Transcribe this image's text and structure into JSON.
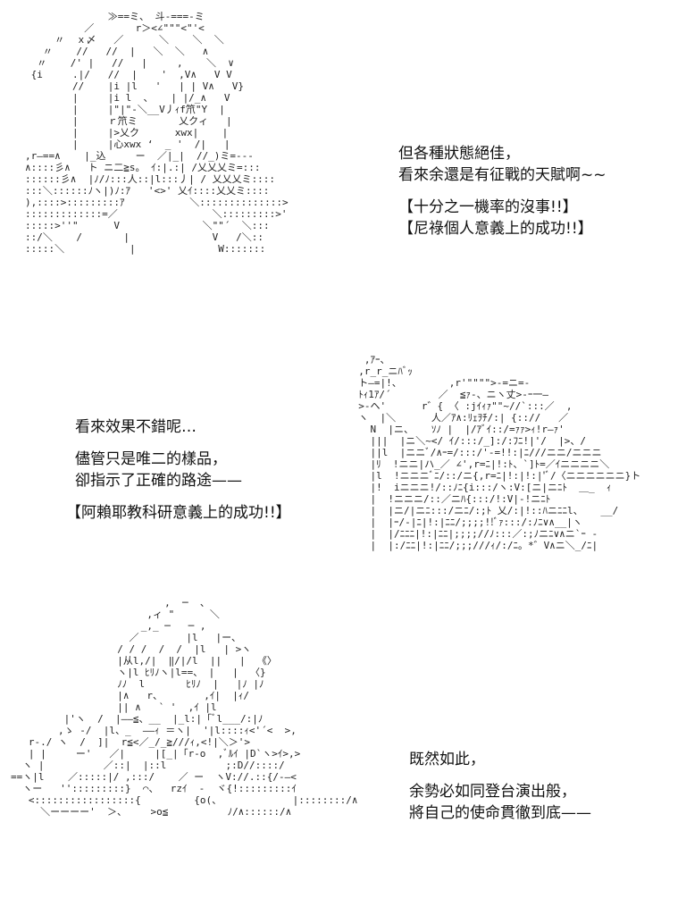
{
  "panels": [
    {
      "art": "              ≫==ミ、 斗-===-ミ\n          ／       r＞<∠\"\"\"<\"'<\n     〃  ｘ〆   ／      ＼    ＼  ＼\n   〃    //   //  |   ＼  ＼   ∧\n  〃    /' |   //   |     ,    ＼  ∨\n {i     .|/   //  |    '  ,V∧   V V\n        //    |i |l   '   | | V∧   V}\n        |     |i l  、   | |/_∧   V\n        |     |\"|\"-＼__V丿ｨf笊\"Y  |\n        |     ｒ笊ミ       乂クィ   |\n        |     |>乂ク      xwx|    |\n        |     |心xwx ‘  _ '  /|   |\n,r―==∧    |_込     ー  ／|_|  //_)ミ=---\n∧::::彡∧   ト ニ二≧s。 ｲ:|.:| /乂乂乂ミ=:::\n::::::彡∧  |ﾉ/ﾉ:::人::|l:::丿| / 乂乂乂ミ::::\n:::＼::::::ﾉヽ|)ﾉ:ｱ   '<>' 乂ｲ::::乂乂ミ::::\n),::::>:::::::::ｱ           ＼::::::::::::::>\n:::::::::::::=／                ＼:::::::::>'\n:::::>''\"      V              ＼\"\"´  ＼:::\n::/＼    /       |              V   /＼::\n:::::＼           |              W:::::::",
      "dialogue": {
        "lines": [
          "但各種狀態絕佳，",
          "看來余還是有征戰的天賦啊~~"
        ],
        "notes": [
          "【十分之一機率的沒事!!】",
          "【尼祿個人意義上的成功!!】"
        ]
      }
    },
    {
      "art": "   ,ｱｰ、\n  ,r_r_ニﾊﾞｯ\n  ト―=|!、        ,r'\"\"\"\">-=ニ=-\n  ﾄｨ1ｱ/´        ／  ≦ｧ-、ニヽ丈>-ｰ一―\n  >-ヘ'      r゛{ 〈 :jｲｨｧ\"\"~//`:::／  ,\n  ヽ  |＼      人／ｱ∧:ﾘｪｦﾁ/:| {:://   ／\n    N  |ニ、   ｿﾉ |  |/ｱﾞｲ::/=ｧｧ>ｨ!r―ｧ'\n    |||  |ニ＼~</ ｲ/:::/_]:/:ﾌﾆ!|'/  |>、/\n    ||l  |ニニﾞ/∧ｰ=/:::/'-=!!:|ﾆ///ニニ/ニニニ\n    |ﾘ  !ニニ|ハ_／ ∠',r=ﾆ|!:ﾄ、`]ﾄ=／ｲニニニニ＼\n    |l  !ニニニﾞﾆ/::/ニ{,r=ﾆ|!:|!:|'ﾞ/〈ニニニニニニ}ト\n    |!  iニニニ!/::ﾉﾆ{i:::/ヽ:V:[ニ|ニﾆﾄ  ＿_  ｨ\n    |  !ニニニ/::／ニﾊ{:::/!:V|-!ニﾆﾄ\n    |  |ニ/|ニﾆ:::/ニﾆ/:;ﾄ 乂/:|!::ﾊニﾆﾆl、   __/\n    |  |ｰ/-|ﾆ|!:|ﾆﾆ/;;;;!!ﾞｧ:::/:ﾉﾆ∨∧__|ヽ\n    |  |/ﾆﾆﾆ|!:|ﾆﾆ|;;;;//ﾉ:::／:;ﾉニﾆ∨∧ニ`ｰ -\n    |  |:/ﾆﾆ|!:|ﾆﾆ/;;;///ｨ/:/ﾆ。*゛V∧ニ＼_/ﾆ|",
      "dialogue": {
        "lines": [
          "看來效果不錯呢…",
          "",
          "儘管只是唯二的樣品，",
          "卻指示了正確的路途——"
        ],
        "notes": [
          "【阿賴耶教科研意義上的成功!!】"
        ]
      }
    },
    {
      "art": "                          ,  ─  、\n                       ,ィ \"      ＼\n                      _,_ ─   ─ ,\n                    ／        |l   |ー、\n                  / / /  /  /  |l   | >ヽ\n                  |从l,/|  ‖/|/l  ||   |  《〉\n                  ヽ|l ﾋﾘﾉヽ|l==、 |   |  〈}\n                  ﾉﾉ  l       ﾋﾘﾉ  |   |ﾉ |ﾉ\n                  |∧   r、       ,ｲ|  |ｨ/\n                  || ∧   ` '  ,ｲ |l\n         |'ヽ  /  |――≦、__  |_l:|「ﾞl___/:|ﾉ\n        ,ゝ -/  |l、_  ――ｨ ＝ヽ|  '|l::::ｨ<'´<  >,\n   r-./ ヽ  /  ]|  r≦<／_/_≧///ｨ,<!|＼＞'>\n   | |     ー'   ／|     |[_|「r-o  ,ﾞﾙｲ |D`ヽ>ｲ>,>\n  ヽ |          ／::|  |::l          ;:D//::::/\n==ヽ|l    ／:::::|/ ,:::/    ／ ー  ヽV://.::{/-―<\n  ヽー   '':::::::::}  ⌒、  rzｲ  ‐  ヾ{!:::::::::ｲ\n   <:::::::::::::::::{         {o(、            |::::::::/∧\n     ＼ーーーー'  ＞、    >o≦          ﾉ/∧::::::/∧",
      "dialogue": {
        "lines": [
          "既然如此，",
          "",
          "余勢必如同登台演出般，",
          "將自己的使命貫徹到底——"
        ],
        "notes": []
      }
    }
  ]
}
